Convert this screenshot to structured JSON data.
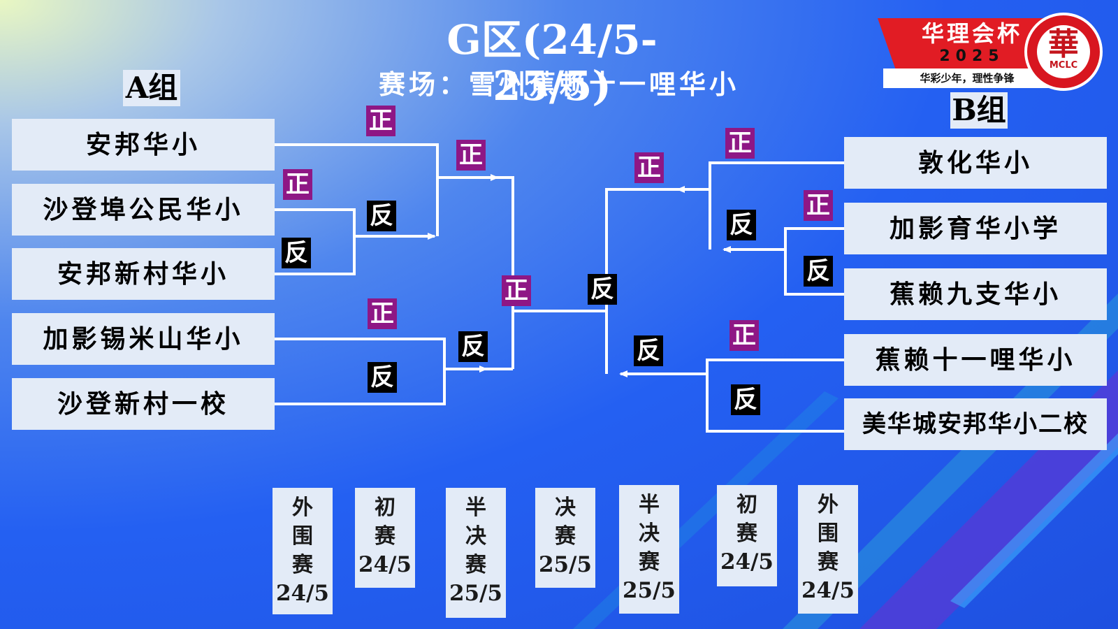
{
  "title": "G区(24/5-25/5)",
  "subtitle": "赛场：雪州蕉赖十一哩华小",
  "logo": {
    "title": "华理会杯",
    "year": "2025",
    "slogan": "华彩少年，理性争锋",
    "seal_char": "華",
    "seal_abbr": "MCLC"
  },
  "groups": {
    "a": {
      "label": "A组",
      "teams": [
        "安邦华小",
        "沙登埠公民华小",
        "安邦新村华小",
        "加影锡米山华小",
        "沙登新村一校"
      ]
    },
    "b": {
      "label": "B组",
      "teams": [
        "敦化华小",
        "加影育华小学",
        "蕉赖九支华小",
        "蕉赖十一哩华小",
        "美华城安邦华小二校"
      ]
    }
  },
  "marks": {
    "win": "正",
    "lose": "反"
  },
  "rounds": [
    {
      "name": "外围赛",
      "date": "24/5"
    },
    {
      "name": "初赛",
      "date": "24/5"
    },
    {
      "name": "半决赛",
      "date": "25/5"
    },
    {
      "name": "决赛",
      "date": "25/5"
    },
    {
      "name": "半决赛",
      "date": "25/5"
    },
    {
      "name": "初赛",
      "date": "24/5"
    },
    {
      "name": "外围赛",
      "date": "24/5"
    }
  ],
  "colors": {
    "win_mark": "#8e1785",
    "lose_mark": "#000000",
    "accent_red": "#e11c24",
    "background": "#2460f2"
  }
}
